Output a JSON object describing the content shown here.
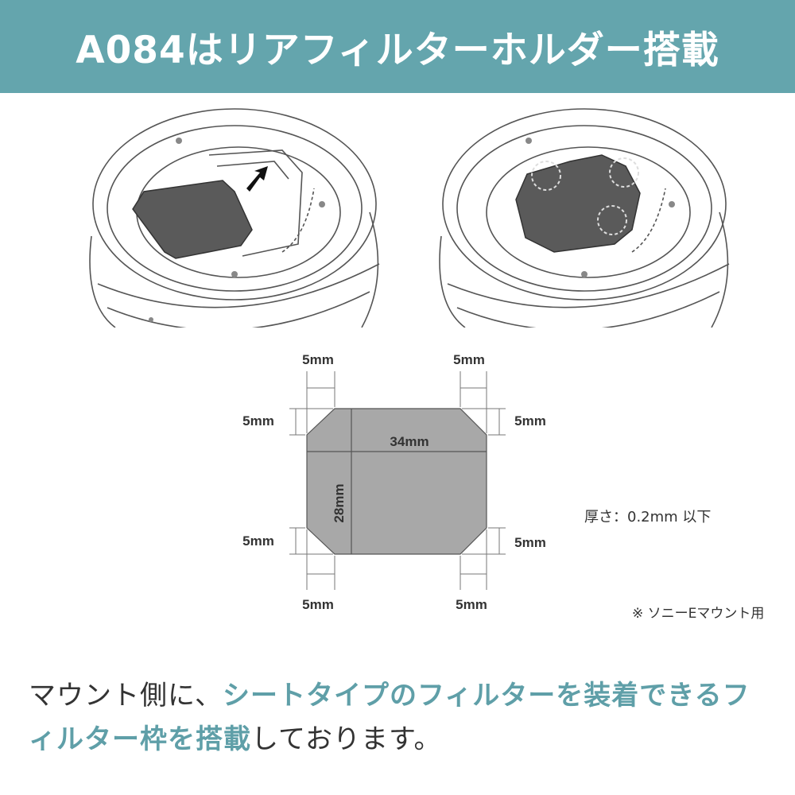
{
  "header": {
    "title": "A084はリアフィルターホルダー搭載",
    "background": "#64a5ad"
  },
  "images": {
    "lens_with_filter": "lens-mount-with-sheet-filter",
    "lens_without_filter": "lens-mount-filter-frame"
  },
  "filter_diagram": {
    "width_label": "34mm",
    "height_label": "28mm",
    "corner_labels": {
      "top_left_horizontal": "5mm",
      "top_right_horizontal": "5mm",
      "top_left_vertical": "5mm",
      "top_right_vertical": "5mm",
      "bottom_left_vertical": "5mm",
      "bottom_right_vertical": "5mm",
      "bottom_left_horizontal": "5mm",
      "bottom_right_horizontal": "5mm"
    },
    "thickness_note": "厚さ：0.2mm 以下",
    "mount_note": "※ ソニーEマウント用",
    "filter_color": "#a8a8a8"
  },
  "description": {
    "part1": "マウント側に、",
    "highlight": "シートタイプのフィルターを装着できるフィルター枠を搭載",
    "part2": "しております。",
    "highlight_color": "#5f9fa8"
  }
}
